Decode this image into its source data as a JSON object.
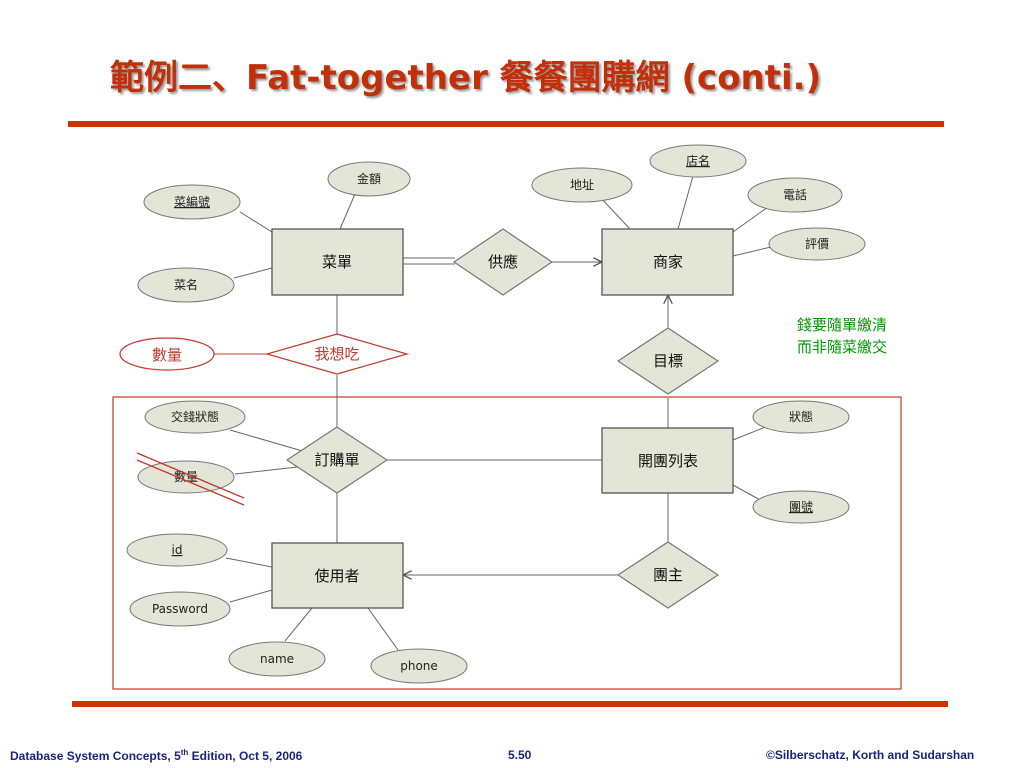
{
  "slide": {
    "title": "範例二、Fat-together 餐餐團購網 (conti.)",
    "footer_left_pre": "Database System Concepts, 5",
    "footer_left_sup": "th",
    "footer_left_post": " Edition, Oct 5,  2006",
    "footer_center": "5.50",
    "footer_right": "©Silberschatz, Korth and Sudarshan"
  },
  "diagram": {
    "entities": {
      "menu": "菜單",
      "merchant": "商家",
      "group_list": "開團列表",
      "user": "使用者"
    },
    "relationships": {
      "supply": "供應",
      "want": "我想吃",
      "target": "目標",
      "order": "訂購單",
      "leader": "團主"
    },
    "attributes": {
      "amount": "金額",
      "dish_no": "菜編號",
      "dish_name": "菜名",
      "address": "地址",
      "store_name": "店名",
      "phone_tel": "電話",
      "rating": "評價",
      "quantity_new": "數量",
      "pay_status": "交錢狀態",
      "quantity_old": "數量",
      "status": "狀態",
      "group_no": "團號",
      "id": "id",
      "password": "Password",
      "name": "name",
      "phone": "phone"
    },
    "note_line1": "錢要隨單繳清",
    "note_line2": "而非隨菜繳交"
  },
  "colors": {
    "title": "#c2300a",
    "bars": "#cc3300",
    "annotation": "#c0392b",
    "note": "#009900",
    "footer": "#1a237e",
    "shape_fill": "#e3e5d6"
  }
}
